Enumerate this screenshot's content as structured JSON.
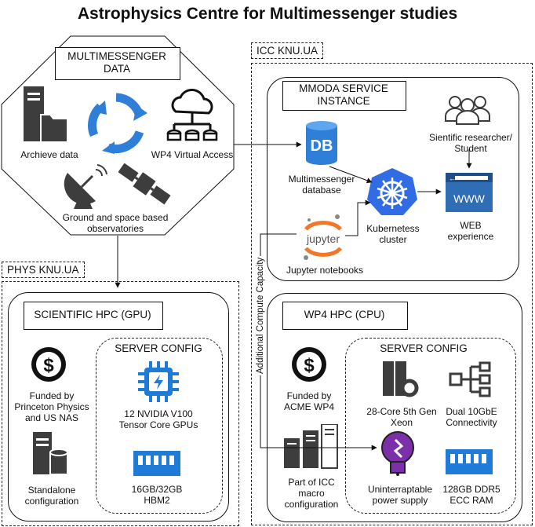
{
  "title": "Astrophysics Centre for Multimessenger studies",
  "multimessenger": {
    "header": "MULTIMESSENGER DATA",
    "archive": "Archieve data",
    "wp4_access": "WP4 Virtual Access",
    "observatories": "Ground and space based observatories"
  },
  "icc": {
    "tag": "ICC KNU.UA",
    "mmoda": {
      "header": "MMODA SERVICE INSTANCE",
      "database": "Multimessenger database",
      "researcher": "Sientific researcher/ Student",
      "kubernetes": "Kubernetess cluster",
      "web": "WEB experience",
      "jupyter": "Jupyter notebooks",
      "jupyter_logo": "jupyter",
      "db_logo": "DB",
      "www_logo": "WWW"
    },
    "wp4": {
      "header": "WP4 HPC (CPU)",
      "funded": "Funded by ACME WP4",
      "part_of": "Part of ICC macro configuration",
      "config_header": "SERVER CONFIG",
      "cpu": "28-Core 5th Gen Xeon",
      "network": "Dual 10GbE Connectivity",
      "ups": "Uninterraptable power supply",
      "ram": "128GB DDR5 ECC RAM"
    }
  },
  "phys": {
    "tag": "PHYS KNU.UA",
    "hpc": {
      "header": "SCIENTIFIC HPC (GPU)",
      "funded": "Funded by Princeton Physics and US NAS",
      "standalone": "Standalone configuration",
      "config_header": "SERVER CONFIG",
      "gpu": "12 NVIDIA V100 Tensor Core GPUs",
      "memory": "16GB/32GB HBM2"
    }
  },
  "edge_label": "Additional Compute Capacity",
  "colors": {
    "dark_icon": "#3d3d3d",
    "blue": "#2f7fd9",
    "k8s_blue": "#326ce5",
    "www_blue": "#2f6db5",
    "jupyter_orange": "#f37726",
    "ups_purple": "#7b2fa8",
    "cpu_blue": "#1e7bd8"
  }
}
